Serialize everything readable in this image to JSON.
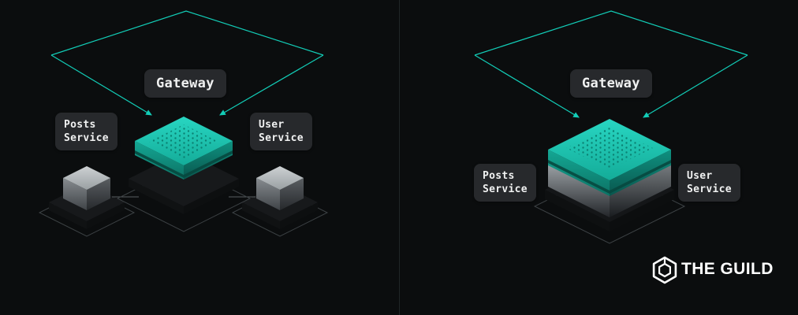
{
  "colors": {
    "background": "#0b0d0e",
    "accent_teal": "#12cdb7",
    "chip_teal_top": "#1ec9b5",
    "label_background": "#27292c",
    "label_text": "#f0f1f1",
    "wireframe_gray": "#3d4245"
  },
  "left_panel": {
    "gateway": {
      "label": "Gateway"
    },
    "posts_service": {
      "line1": "Posts",
      "line2": "Service"
    },
    "user_service": {
      "line1": "User",
      "line2": "Service"
    }
  },
  "right_panel": {
    "gateway": {
      "label": "Gateway"
    },
    "posts_service": {
      "line1": "Posts",
      "line2": "Service"
    },
    "user_service": {
      "line1": "User",
      "line2": "Service"
    }
  },
  "logo": {
    "text": "THE GUILD"
  }
}
